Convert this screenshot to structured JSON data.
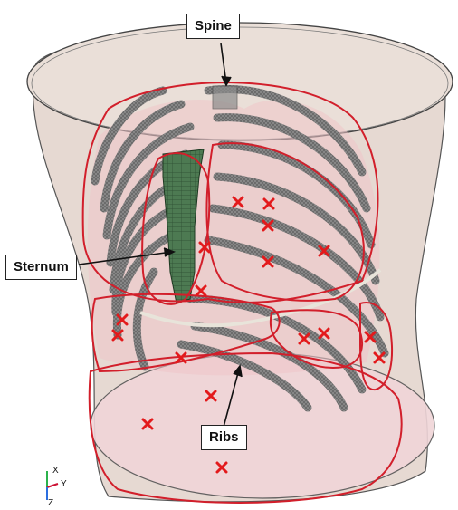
{
  "labels": {
    "spine": "Spine",
    "sternum": "Sternum",
    "ribs": "Ribs"
  },
  "axes": {
    "x": "X",
    "y": "Y",
    "z": "Z"
  },
  "colors": {
    "body_fill": "#e6d9d2",
    "outline": "#555555",
    "region": "#d21f2b",
    "marker": "#e31a1c",
    "sternum": "#3f6e45",
    "ribs": "#6e6e6e",
    "lung": "#efc4c8"
  },
  "markers": [
    {
      "id": "m1"
    },
    {
      "id": "m2"
    },
    {
      "id": "m3"
    },
    {
      "id": "m4"
    },
    {
      "id": "m5"
    },
    {
      "id": "m6"
    },
    {
      "id": "m7"
    },
    {
      "id": "m8"
    },
    {
      "id": "m9"
    },
    {
      "id": "m10"
    },
    {
      "id": "m11"
    },
    {
      "id": "m12"
    },
    {
      "id": "m13"
    },
    {
      "id": "m14"
    },
    {
      "id": "m15"
    },
    {
      "id": "m16"
    },
    {
      "id": "m17"
    },
    {
      "id": "m18"
    }
  ]
}
